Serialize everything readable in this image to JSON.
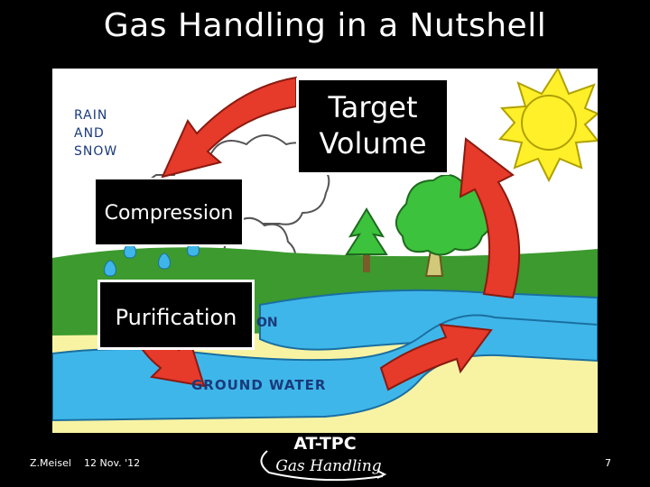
{
  "slide": {
    "title": "Gas Handling in a Nutshell"
  },
  "illustration": {
    "rain_label": [
      "RAIN",
      "AND",
      "SNOW"
    ],
    "ground_water_label": "GROUND WATER",
    "partial_label": "ON"
  },
  "boxes": {
    "target_volume": [
      "Target",
      "Volume"
    ],
    "compression": "Compression",
    "purification": "Purification"
  },
  "footer": {
    "author": "Z.Meisel",
    "date": "12 Nov. '12",
    "page": "7",
    "logo_line1": "AT-TPC",
    "logo_line2": "Gas Handling"
  },
  "colors": {
    "sky": "#ffffff",
    "grass": "#3c9a2e",
    "water": "#3fb6ea",
    "sand": "#f8f3a3",
    "arrow": "#e63a2a",
    "sun": "#fff02a",
    "tree": "#3cc23c"
  }
}
